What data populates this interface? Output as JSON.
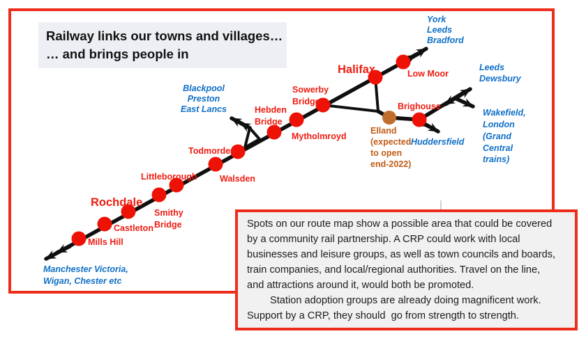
{
  "title": {
    "line1": "Railway links our towns and villages…",
    "line2": "… and brings people in"
  },
  "colors": {
    "border_red": "#ee2e1d",
    "station_label_red": "#ee1c11",
    "station_dot_red": "#ee1105",
    "railway_black": "#101010",
    "destination_blue": "#0f6fc6",
    "future_station_brown": "#c06e2d",
    "future_label_orange": "#c05c16",
    "title_box_bg": "#edeff4",
    "note_box_bg": "#f1f1f2"
  },
  "map": {
    "stations": [
      {
        "id": "mills-hill",
        "label_lines": [
          "Mills Hill"
        ],
        "major": false
      },
      {
        "id": "castleton",
        "label_lines": [
          "Castleton"
        ],
        "major": false
      },
      {
        "id": "rochdale",
        "label_lines": [
          "Rochdale"
        ],
        "major": true
      },
      {
        "id": "smithy-bridge",
        "label_lines": [
          "Smithy",
          "Bridge"
        ],
        "major": false
      },
      {
        "id": "littleborough",
        "label_lines": [
          "Littleborough"
        ],
        "major": false
      },
      {
        "id": "walsden",
        "label_lines": [
          "Walsden"
        ],
        "major": false
      },
      {
        "id": "todmorden",
        "label_lines": [
          "Todmorden"
        ],
        "major": false
      },
      {
        "id": "hebden-bridge",
        "label_lines": [
          "Hebden",
          "Bridge"
        ],
        "major": false
      },
      {
        "id": "mytholmroyd",
        "label_lines": [
          "Mytholmroyd"
        ],
        "major": false
      },
      {
        "id": "sowerby-bridge",
        "label_lines": [
          "Sowerby",
          "Bridge"
        ],
        "major": false
      },
      {
        "id": "halifax",
        "label_lines": [
          "Halifax"
        ],
        "major": true
      },
      {
        "id": "low-moor",
        "label_lines": [
          "Low Moor"
        ],
        "major": false
      },
      {
        "id": "brighouse",
        "label_lines": [
          "Brighouse"
        ],
        "major": false
      }
    ],
    "future_station": {
      "id": "elland",
      "label_lines": [
        "Elland",
        "(expected",
        "to open",
        "end-2022)"
      ]
    },
    "destinations": [
      {
        "id": "manchester",
        "label_lines": [
          "Manchester Victoria,",
          "Wigan, Chester etc"
        ]
      },
      {
        "id": "blackpool",
        "label_lines": [
          "Blackpool",
          "Preston",
          "East Lancs"
        ]
      },
      {
        "id": "york-leeds-bradford",
        "label_lines": [
          "York",
          "Leeds",
          "Bradford"
        ]
      },
      {
        "id": "leeds-dewsbury",
        "label_lines": [
          "Leeds",
          "Dewsbury"
        ]
      },
      {
        "id": "wakefield-london",
        "label_lines": [
          "Wakefield,",
          "London",
          "(Grand",
          "Central",
          "trains)"
        ]
      },
      {
        "id": "huddersfield",
        "label_lines": [
          "Huddersfield"
        ]
      }
    ]
  },
  "note_box": {
    "lines": [
      "Spots on our route map show a possible area that could be covered",
      "by a community rail partnership. A CRP could work with local",
      "businesses and leisure groups, as well as town councils and boards,",
      "train companies, and local/regional authorities. Travel on the line,",
      "and attractions around it, would both be promoted.",
      "Station adoption groups are already doing magnificent work.",
      "Support by a CRP, they should  go from strength to strength."
    ]
  }
}
